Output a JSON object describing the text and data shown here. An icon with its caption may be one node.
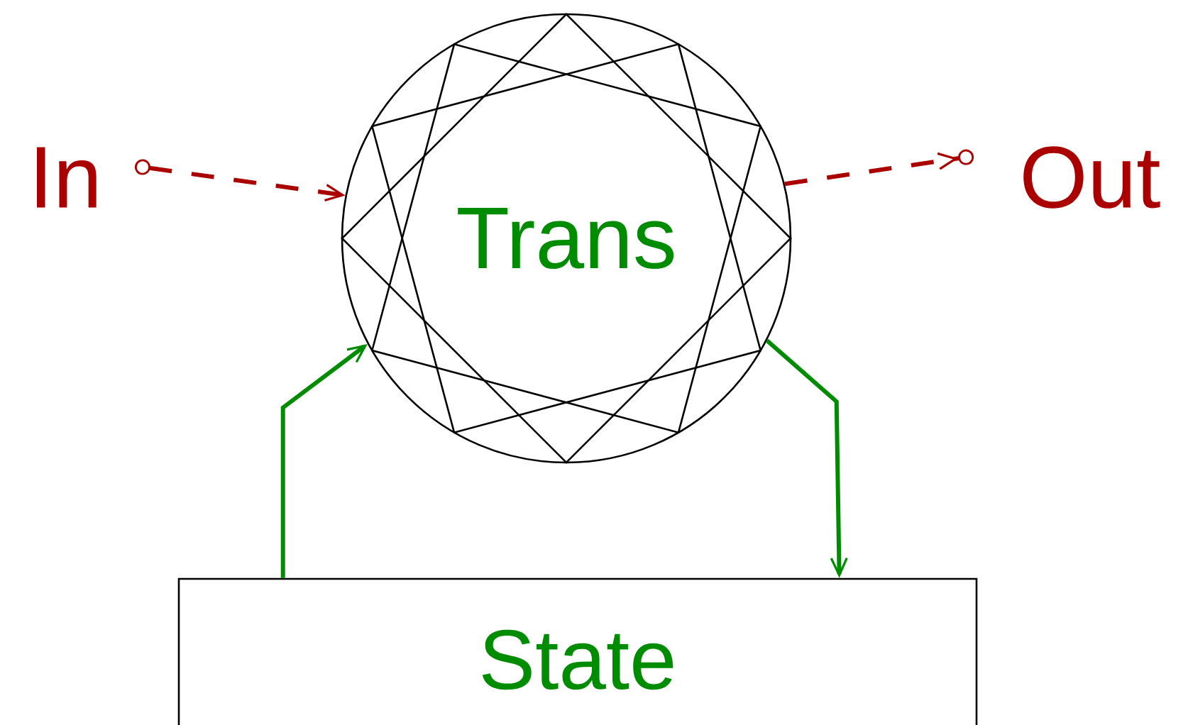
{
  "diagram": {
    "nodes": [
      {
        "text": [
          "In"
        ]
      },
      {
        "text": [
          "Trans"
        ]
      },
      {
        "text": [
          "Out"
        ]
      },
      {
        "text": [
          "State"
        ]
      }
    ],
    "edges": [
      {
        "from": 0,
        "to": 1,
        "arrow": "to",
        "style": "dashed",
        "color": "#aa0000"
      },
      {
        "from": 1,
        "to": 2,
        "arrow": "to",
        "style": "dashed",
        "color": "#aa0000"
      },
      {
        "from": 3,
        "to": 1,
        "arrow": "to",
        "color": "#008c00"
      },
      {
        "from": 1,
        "to": 3,
        "arrow": "to",
        "color": "#008c00"
      }
    ]
  }
}
